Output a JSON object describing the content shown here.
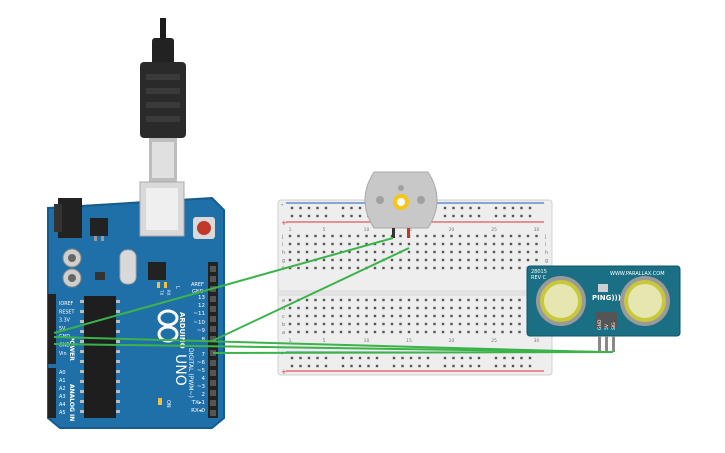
{
  "arduino": {
    "board_name": "UNO",
    "brand": "ARDUINO",
    "aref": "AREF",
    "gnd": "GND",
    "power_pins": [
      "IOREF",
      "RESET",
      "3.3V",
      "5V",
      "GND",
      "GND",
      "Vin"
    ],
    "power_label": "POWER",
    "analog_pins": [
      "A0",
      "A1",
      "A2",
      "A3",
      "A4",
      "A5"
    ],
    "analog_label": "ANALOG IN",
    "digital_pins": [
      "13",
      "12",
      "~11",
      "~10",
      "~9",
      "8",
      "7",
      "~6",
      "~5",
      "4",
      "~3",
      "2",
      "TX▸1",
      "RX◂0"
    ],
    "digital_label": "DIGITAL (PWM~)",
    "led_labels": [
      "TX",
      "RX"
    ],
    "l_label": "L",
    "on_label": "ON"
  },
  "breadboard": {
    "row_letters_top": [
      "j",
      "i",
      "h",
      "g",
      "f"
    ],
    "row_letters_bottom": [
      "e",
      "d",
      "c",
      "b",
      "a"
    ],
    "column_numbers": [
      "1",
      "5",
      "10",
      "15",
      "20",
      "25",
      "30"
    ],
    "rail_plus": "+",
    "rail_minus": "-"
  },
  "sensor": {
    "website": "WWW.PARALLAX.COM",
    "model": "28015",
    "revision": "REV C",
    "name": "PING)))",
    "pin_labels": [
      "GND",
      "5V",
      "SIG"
    ]
  },
  "colors": {
    "board": "#1f6fa8",
    "wire": "#3cb34a",
    "breadboard": "#eeeeee",
    "sensor_board": "#1a6f84",
    "motor_body": "#c8c8c8",
    "motor_shaft": "#f5c518"
  }
}
